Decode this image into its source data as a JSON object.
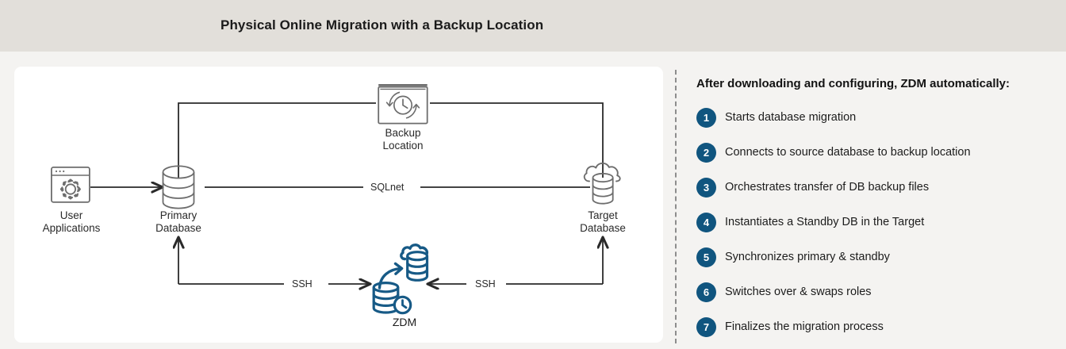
{
  "header": {
    "title": "Physical Online Migration with a Backup Location"
  },
  "theme": {
    "header_band": "#e2dfda",
    "page_background": "#f4f3f1",
    "card_background": "#ffffff",
    "badge_blue": "#10557f",
    "zdm_icon_blue": "#175a86",
    "line_color": "#2a2a2a",
    "icon_outline": "#6d6d6d",
    "divider": "#8d8d8d"
  },
  "diagram": {
    "nodes": [
      {
        "id": "user-applications",
        "label": "User\nApplications",
        "icon": "browser-gear-icon"
      },
      {
        "id": "primary-database",
        "label": "Primary\nDatabase",
        "icon": "database-cylinder-icon"
      },
      {
        "id": "backup-location",
        "label": "Backup\nLocation",
        "icon": "backup-clock-icon"
      },
      {
        "id": "target-database",
        "label": "Target\nDatabase",
        "icon": "cloud-database-icon"
      },
      {
        "id": "zdm",
        "label": "ZDM",
        "icon": "zdm-migration-icon"
      }
    ],
    "edges": [
      {
        "id": "apps-to-primary",
        "label": "",
        "from": "user-applications",
        "to": "primary-database"
      },
      {
        "id": "primary-to-target",
        "label": "SQLnet",
        "from": "primary-database",
        "to": "target-database"
      },
      {
        "id": "primary-to-backup",
        "label": "",
        "from": "primary-database",
        "to": "backup-location"
      },
      {
        "id": "backup-to-target",
        "label": "",
        "from": "backup-location",
        "to": "target-database"
      },
      {
        "id": "zdm-to-primary",
        "label": "SSH",
        "from": "primary-database",
        "to": "zdm"
      },
      {
        "id": "zdm-to-target",
        "label": "SSH",
        "from": "target-database",
        "to": "zdm"
      }
    ]
  },
  "steps": {
    "heading": "After downloading and configuring, ZDM automatically:",
    "items": [
      {
        "number": "1",
        "label": "Starts database migration"
      },
      {
        "number": "2",
        "label": "Connects to source database to backup location"
      },
      {
        "number": "3",
        "label": "Orchestrates transfer of DB backup files"
      },
      {
        "number": "4",
        "label": "Instantiates a Standby DB in the Target"
      },
      {
        "number": "5",
        "label": "Synchronizes primary & standby"
      },
      {
        "number": "6",
        "label": "Switches over & swaps roles"
      },
      {
        "number": "7",
        "label": "Finalizes the migration process"
      }
    ]
  }
}
